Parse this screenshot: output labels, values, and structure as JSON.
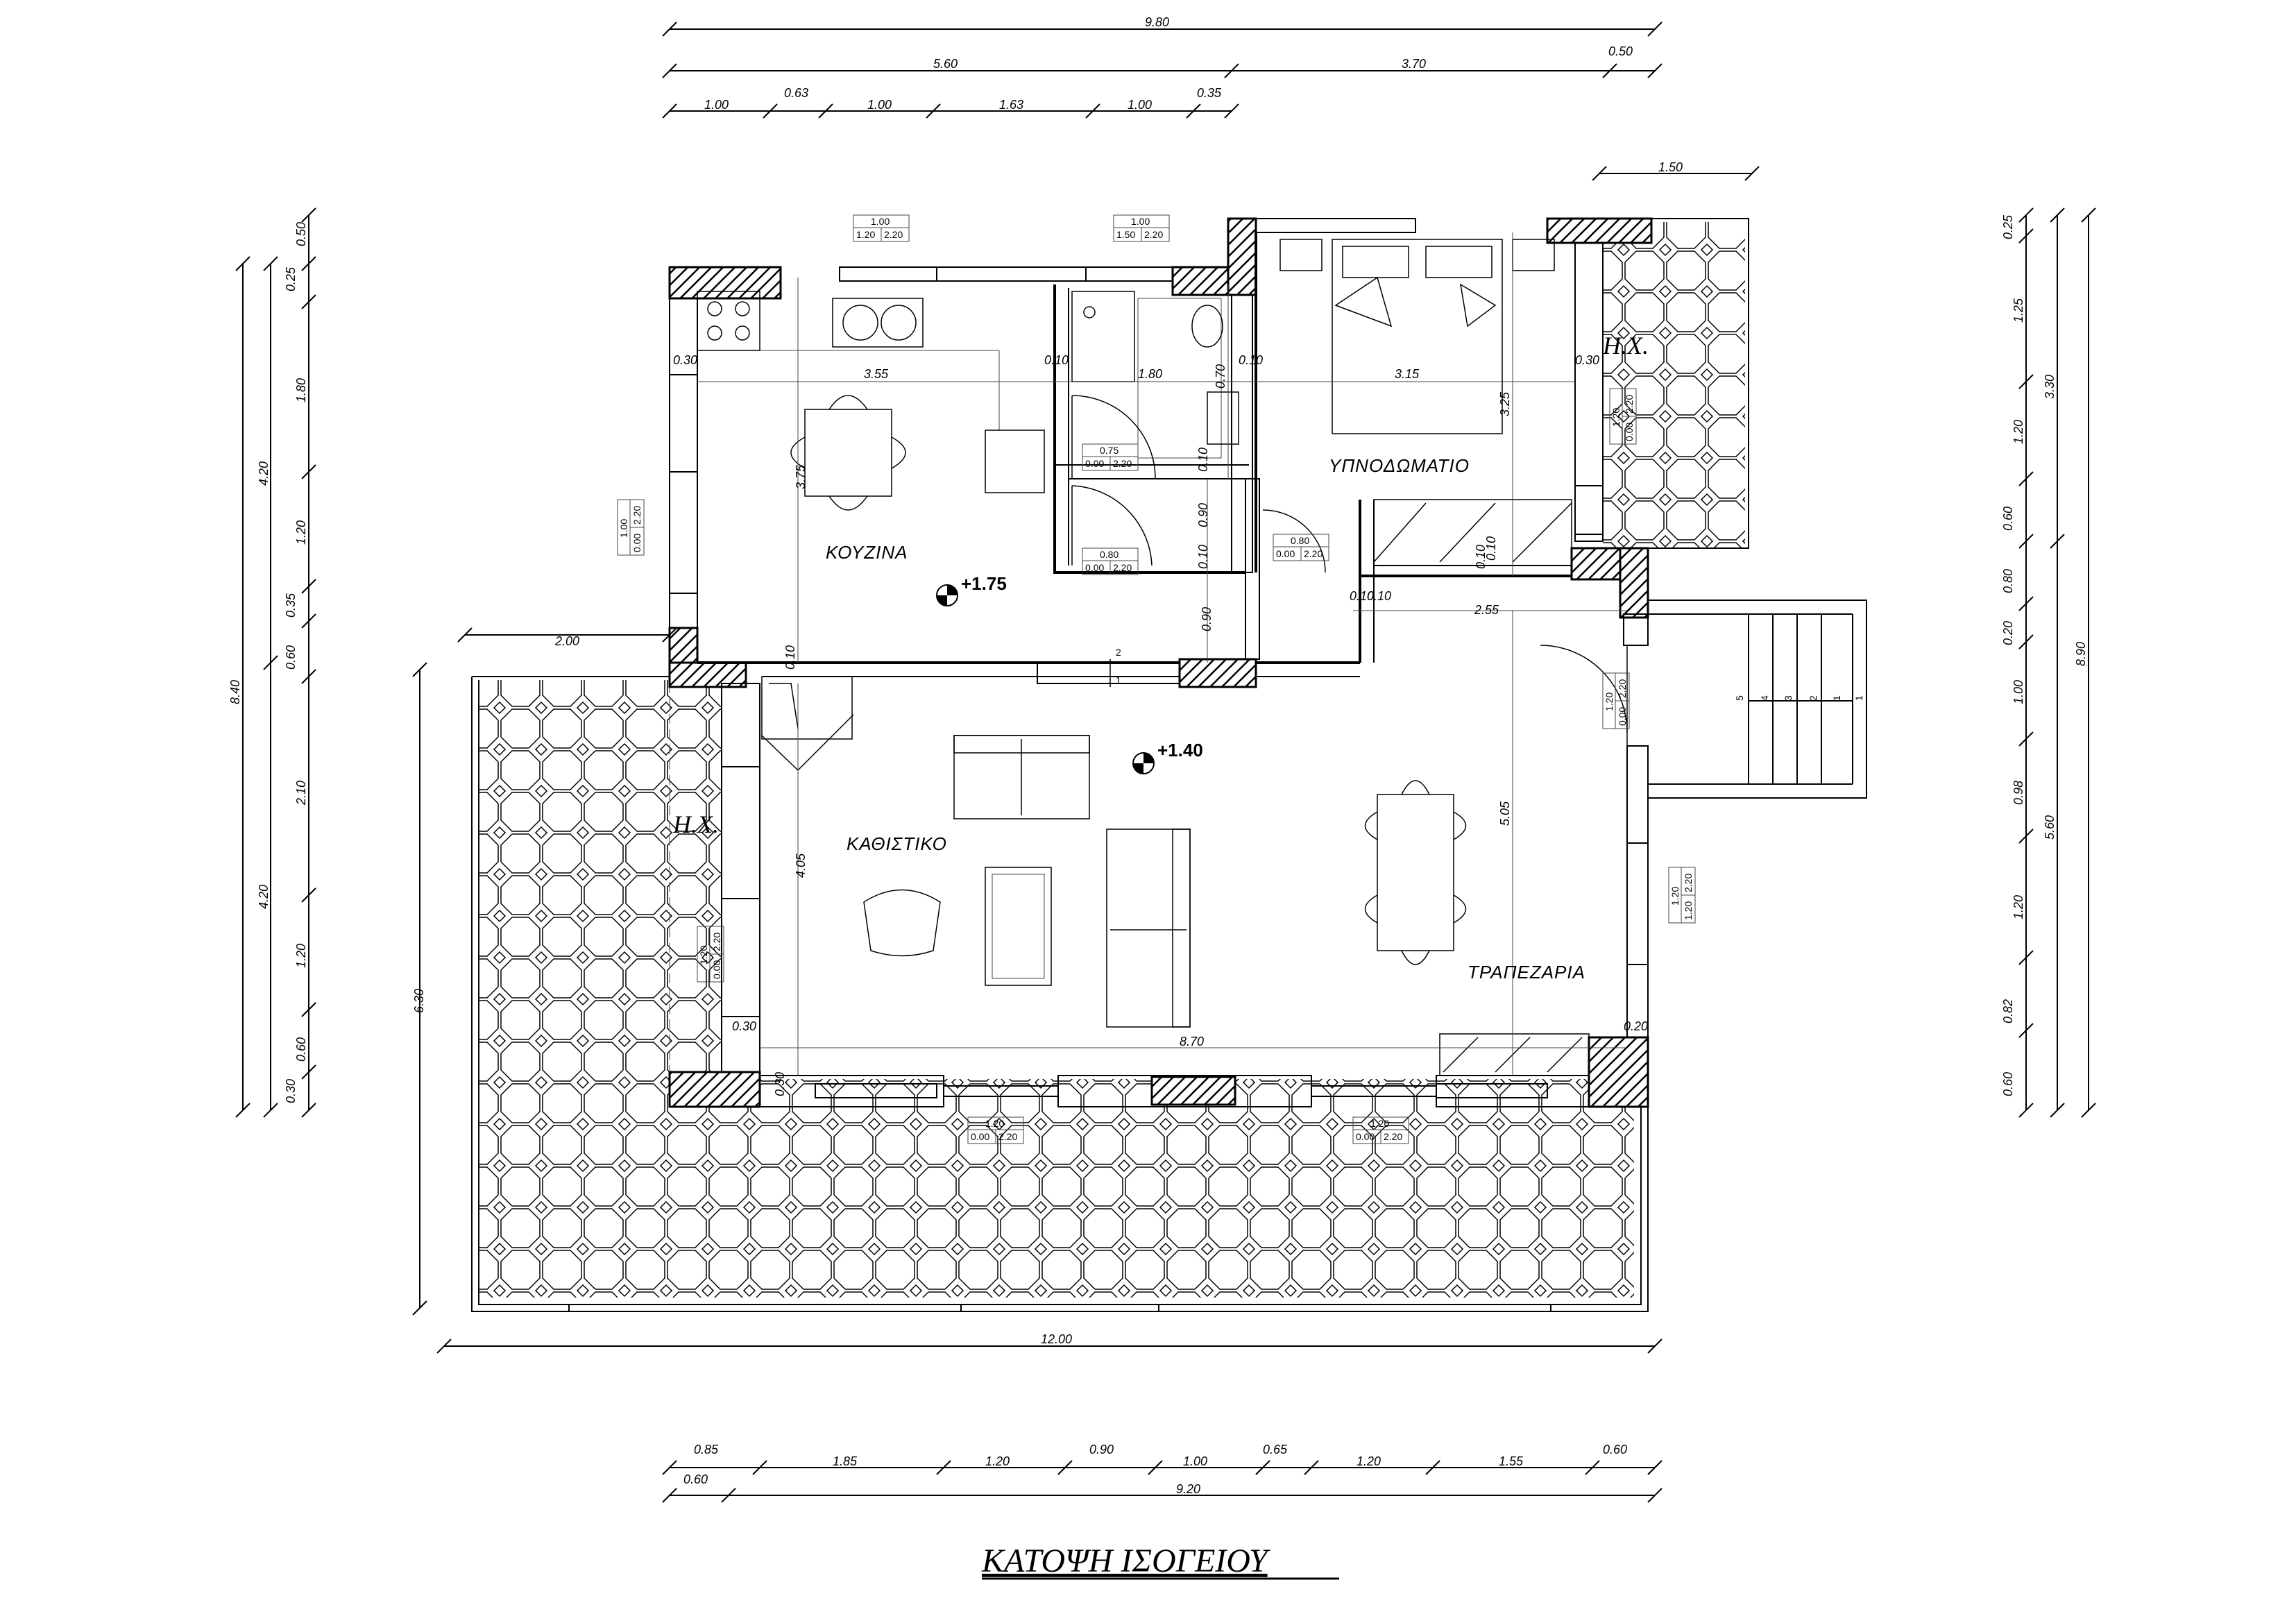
{
  "title": "ΚΑΤΟΨΗ ΙΣΟΓΕΙΟΥ",
  "rooms": {
    "kitchen": "ΚΟΥΖΙΝΑ",
    "bedroom": "ΥΠΝΟΔΩΜΑΤΙΟ",
    "living": "ΚΑΘΙΣΤΙΚΟ",
    "dining": "ΤΡΑΠΕΖΑΡΙΑ"
  },
  "levels": {
    "kitchen": "+1.75",
    "living": "+1.40"
  },
  "hx": {
    "top_right": "Η.Χ.",
    "left": "Η.Χ."
  },
  "top_dims": {
    "total": "9.80",
    "row2": [
      "5.60",
      "3.70",
      "0.50"
    ],
    "row3": [
      "1.00",
      "0.63",
      "1.00",
      "1.63",
      "1.00",
      "0.35"
    ],
    "balcony": "1.50"
  },
  "bottom_dims": {
    "total": "12.00",
    "row1": [
      "0.85",
      "1.85",
      "1.20",
      "0.90",
      "1.00",
      "0.65",
      "1.20",
      "1.55",
      "0.60"
    ],
    "row2": [
      "0.60",
      "9.20"
    ]
  },
  "left_dims": {
    "outer": [
      "8.40",
      "6.30"
    ],
    "mid": [
      "4.20",
      "4.20"
    ],
    "inner": [
      "0.50",
      "0.25",
      "1.80",
      "1.20",
      "0.35",
      "0.60",
      "2.10",
      "1.20",
      "0.60",
      "0.30"
    ],
    "terrace": "2.00"
  },
  "right_dims": {
    "outer": "8.90",
    "mid": [
      "3.30",
      "5.60"
    ],
    "inner": [
      "0.25",
      "1.25",
      "1.20",
      "0.60",
      "0.80",
      "0.20",
      "1.00",
      "0.98",
      "1.20",
      "0.82",
      "0.60"
    ]
  },
  "interior_dims": [
    "3.55",
    "1.80",
    "3.15",
    "0.10",
    "0.10",
    "0.30",
    "0.30",
    "3.75",
    "3.25",
    "0.70",
    "0.10",
    "0.90",
    "0.10",
    "0.10",
    "0.10",
    "0.10",
    "2.55",
    "0.90",
    "4.05",
    "5.05",
    "8.70",
    "0.30",
    "0.30",
    "0.30",
    "0.20",
    "0.20",
    "0.10",
    "0.10"
  ],
  "stairs": [
    "5",
    "4",
    "3",
    "2",
    "1",
    "1",
    "2",
    "1"
  ],
  "opening_tags": [
    {
      "top": "1.00",
      "a": "1.20",
      "b": "2.20"
    },
    {
      "top": "1.00",
      "a": "1.50",
      "b": "2.20"
    },
    {
      "top": "0.75",
      "a": "0.00",
      "b": "2.20"
    },
    {
      "top": "0.80",
      "a": "0.00",
      "b": "2.20"
    },
    {
      "top": "0.80",
      "a": "0.00",
      "b": "2.20"
    },
    {
      "top": "1.20",
      "a": "0.00",
      "b": "2.20"
    },
    {
      "top": "1.20",
      "a": "0.00",
      "b": "2.20"
    },
    {
      "top": "1.00",
      "a": "0.00",
      "b": "2.20"
    },
    {
      "top": "1.20",
      "a": "0.00",
      "b": "2.20"
    },
    {
      "top": "1.20",
      "a": "1.20",
      "b": "2.20"
    },
    {
      "top": "1.20",
      "a": "0.00",
      "b": "2.20"
    },
    {
      "top": "1.20",
      "a": "0.00",
      "b": "2.20"
    }
  ]
}
